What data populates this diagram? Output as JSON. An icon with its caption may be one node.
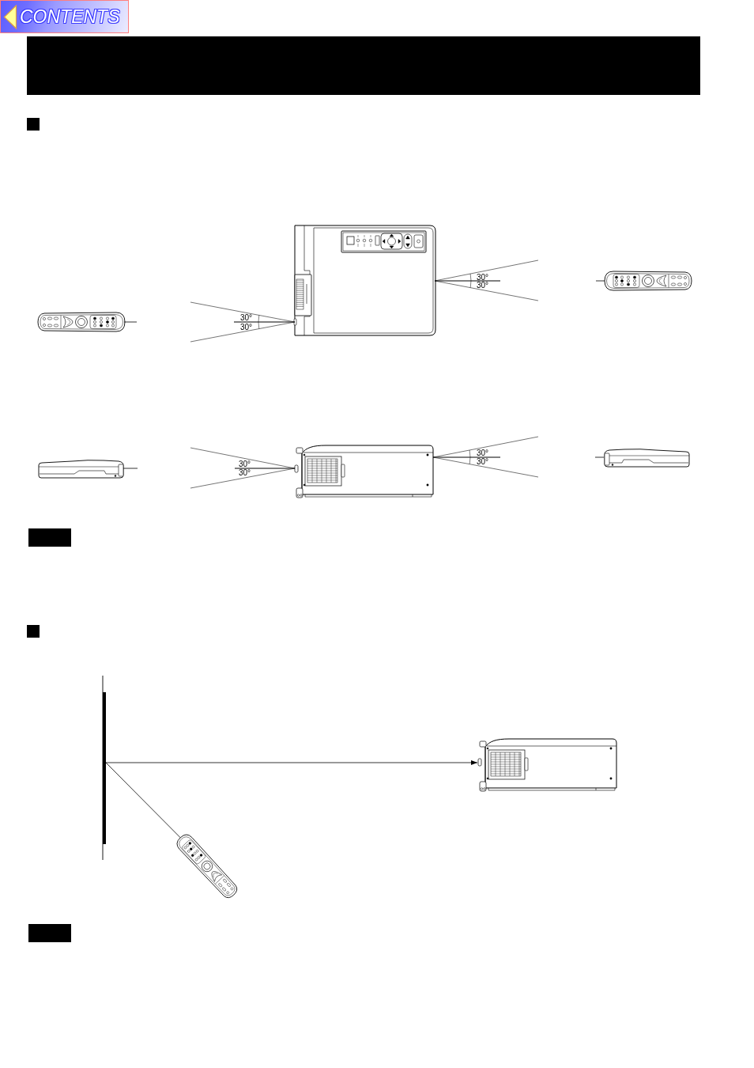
{
  "diagram": {
    "nodes": [
      {
        "text": [],
        "shape": "box"
      },
      {
        "text": [],
        "shape": "bar"
      },
      {
        "text": [],
        "shape": "picture"
      },
      {
        "text": [],
        "shape": "picture"
      }
    ],
    "edges": [
      {
        "from": 3,
        "to": 1,
        "arrow": "none"
      },
      {
        "from": 1,
        "to": 2,
        "arrow": "to"
      }
    ],
    "labels": [
      "CONTENTS",
      "30°",
      "30°",
      "30°",
      "30°",
      "30°",
      "30°",
      "30°",
      "30°"
    ]
  }
}
